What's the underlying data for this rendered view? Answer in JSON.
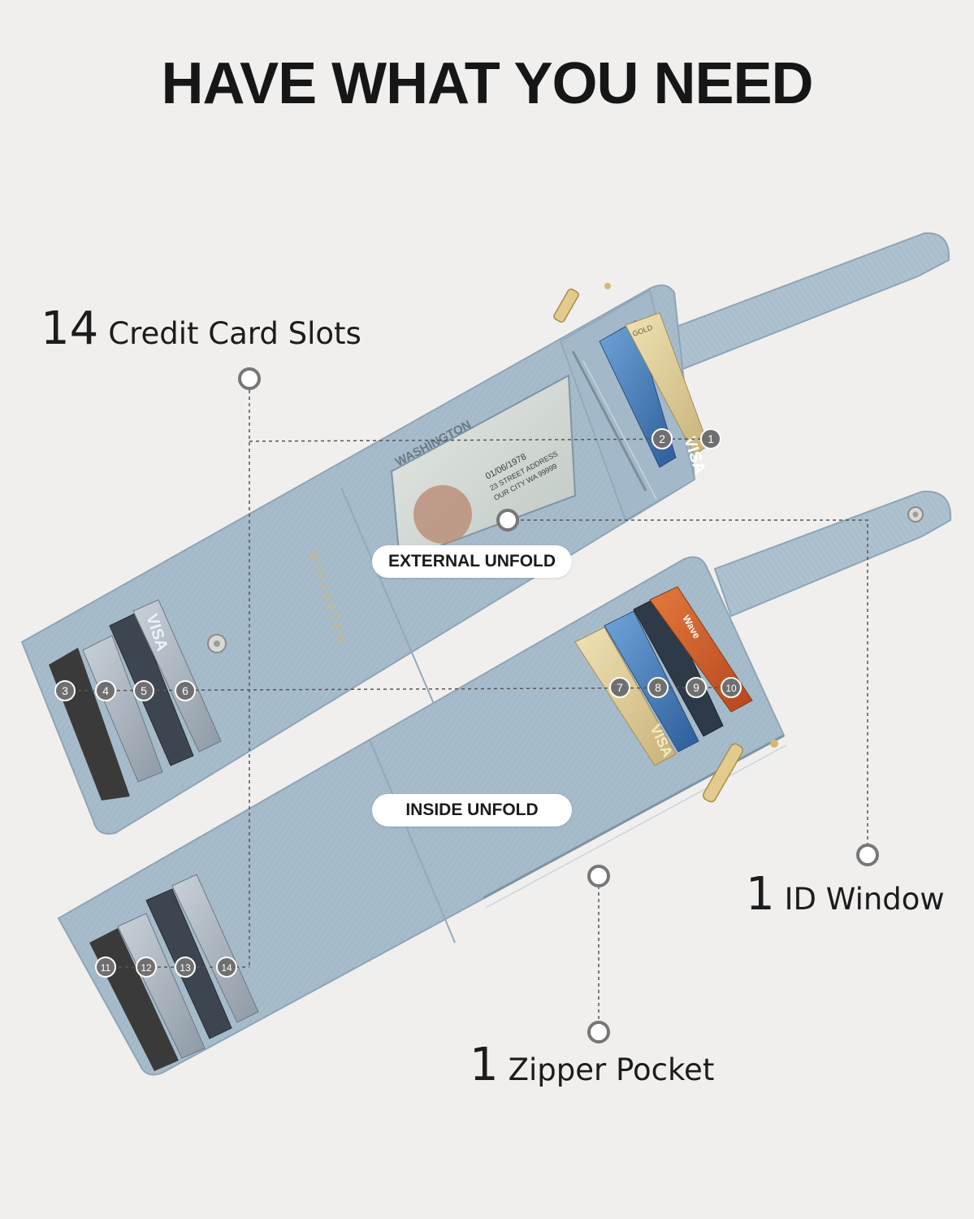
{
  "headline": "HAVE WHAT YOU NEED",
  "callouts": {
    "card_slots": {
      "number": "14",
      "label": "Credit Card Slots"
    },
    "id_window": {
      "number": "1",
      "label": "ID Window"
    },
    "zipper_pocket": {
      "number": "1",
      "label": "Zipper Pocket"
    }
  },
  "views": {
    "external": "EXTERNAL UNFOLD",
    "inside": "INSIDE UNFOLD"
  },
  "slot_markers": [
    "1",
    "2",
    "3",
    "4",
    "5",
    "6",
    "7",
    "8",
    "9",
    "10",
    "11",
    "12",
    "13",
    "14"
  ],
  "card_prints": {
    "card_a": "VISA",
    "card_b": "VISA",
    "card_c": "VISA",
    "card_d": "Wave",
    "card_e": "GOLD"
  },
  "id_card": {
    "state": "WASHINGTON",
    "dob": "01/06/1978",
    "address_1": "23 STREET ADDRESS",
    "address_2": "OUR CITY WA 99999"
  },
  "brand_emboss": "BOSTANTEN",
  "colors": {
    "background": "#f1efed",
    "leather": "#a7bccb",
    "leather_dark": "#8ea5b6",
    "marker": "#6f6f6f",
    "text": "#161616"
  }
}
